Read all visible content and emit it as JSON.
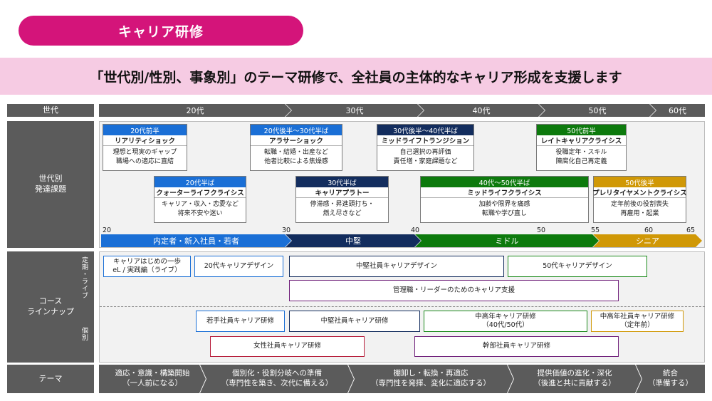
{
  "title": "キャリア研修",
  "subtitle": "「世代別/性別、事象別」のテーマ研修で、全社員の主体的なキャリア形成を支援します",
  "row_labels": {
    "generation": "世代",
    "issues": "世代別\n発達課題",
    "courses": "コース\nラインナップ",
    "theme": "テーマ"
  },
  "generations": [
    "20代",
    "30代",
    "40代",
    "50代",
    "60代"
  ],
  "issue_cards": [
    {
      "age": "20代前半",
      "name": "リアリティショック",
      "desc": "理想と現実のギャップ\n職場への適応に直結",
      "color": "blue"
    },
    {
      "age": "20代半ば",
      "name": "クォーターライフクライシス",
      "desc": "キャリア・収入・恋愛など\n将来不安や迷い",
      "color": "blue"
    },
    {
      "age": "20代後半〜30代半ば",
      "name": "アラサーショック",
      "desc": "転職・結婚・出産など\n他者比較による焦燥感",
      "color": "blue"
    },
    {
      "age": "30代半ば",
      "name": "キャリアプラトー",
      "desc": "停滞感・昇進頭打ち・\n燃え尽きなど",
      "color": "navy"
    },
    {
      "age": "30代後半〜40代半ば",
      "name": "ミッドライフトランジション",
      "desc": "自己選択の再評価\n責任増・家庭課題など",
      "color": "navy"
    },
    {
      "age": "40代〜50代半ば",
      "name": "ミッドライフクライシス",
      "desc": "加齢や限界を痛感\n転職や学び直し",
      "color": "green"
    },
    {
      "age": "50代前半",
      "name": "レイトキャリアクライシス",
      "desc": "役職定年・スキル\n陳腐化自己再定義",
      "color": "green"
    },
    {
      "age": "50代後半",
      "name": "プレリタイヤメントクライシス",
      "desc": "定年前後の役割喪失\n再雇用・起業",
      "color": "gold"
    }
  ],
  "age_ticks": [
    "20",
    "30",
    "40",
    "50",
    "55",
    "60",
    "65"
  ],
  "stages": [
    "内定者・新入社員・若者",
    "中堅",
    "ミドル",
    "シニア"
  ],
  "course_groups": {
    "live": "定期・ライブ",
    "individual": "個別"
  },
  "courses": [
    {
      "label": "キャリアはじめの一歩\neL / 実践編（ライブ）",
      "color": "blue"
    },
    {
      "label": "20代キャリアデザイン",
      "color": "blue"
    },
    {
      "label": "中堅社員キャリアデザイン",
      "color": "navy"
    },
    {
      "label": "50代キャリアデザイン",
      "color": "green"
    },
    {
      "label": "管理職・リーダーのためのキャリア支援",
      "color": "purple"
    },
    {
      "label": "若手社員キャリア研修",
      "color": "blue"
    },
    {
      "label": "中堅社員キャリア研修",
      "color": "navy"
    },
    {
      "label": "中高年キャリア研修\n（40代/50代）",
      "color": "green"
    },
    {
      "label": "中高年社員キャリア研修\n（定年前）",
      "color": "gold"
    },
    {
      "label": "女性社員キャリア研修",
      "color": "red"
    },
    {
      "label": "幹部社員キャリア研修",
      "color": "purple"
    }
  ],
  "themes": [
    "適応・意識・構築開始\n（一人前になる）",
    "個別化・役割分岐への準備\n（専門性を築き、次代に備える）",
    "棚卸し・転換・再適応\n（専門性を発揮、変化に適応する）",
    "提供価値の進化・深化\n（後進と共に貢献する）",
    "統合\n（準備する）"
  ],
  "colors": {
    "pink": "#d4147a",
    "banner": "#f6cbe3",
    "blue": "#1a6fd6",
    "navy": "#132d5e",
    "green": "#0d7a0d",
    "gold": "#d09806",
    "purple": "#6f1f7a",
    "red": "#b71c3a",
    "gray": "#5b5b5b"
  }
}
